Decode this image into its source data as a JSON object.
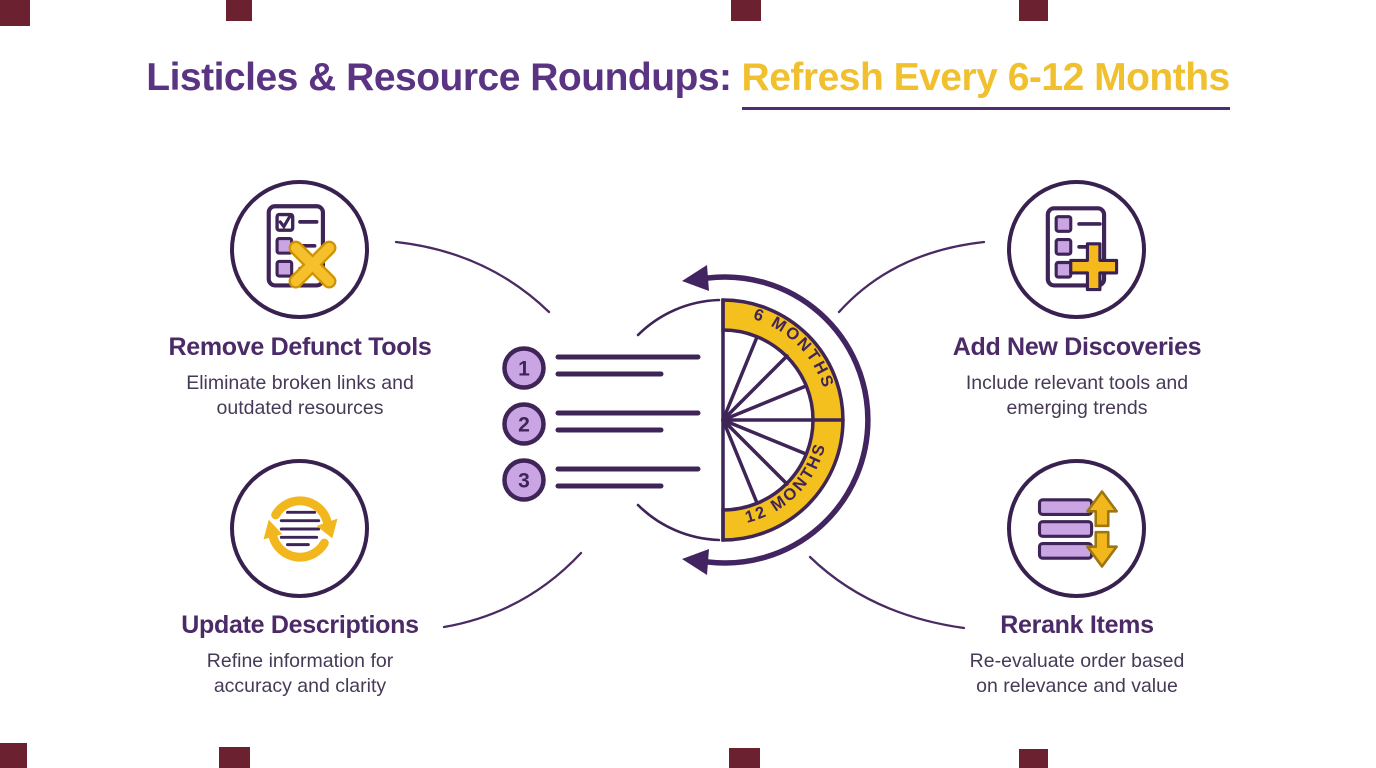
{
  "title": {
    "prefix": "Listicles & Resource Roundups:",
    "highlight": "Refresh Every 6-12 Months"
  },
  "quadrants": {
    "top_left": {
      "heading": "Remove Defunct Tools",
      "line1": "Eliminate broken links and",
      "line2": "outdated resources",
      "icon": "checklist-x-icon"
    },
    "top_right": {
      "heading": "Add New Discoveries",
      "line1": "Include relevant tools and",
      "line2": "emerging trends",
      "icon": "checklist-plus-icon"
    },
    "bottom_left": {
      "heading": "Update Descriptions",
      "line1": "Refine information for",
      "line2": "accuracy and clarity",
      "icon": "refresh-cycle-icon"
    },
    "bottom_right": {
      "heading": "Rerank Items",
      "line1": "Re-evaluate order based",
      "line2": "on relevance and value",
      "icon": "rerank-arrows-icon"
    }
  },
  "gauge": {
    "upper_label": "6 MONTHS",
    "lower_label": "12 MONTHS"
  },
  "list": {
    "items": [
      {
        "number": "1"
      },
      {
        "number": "2"
      },
      {
        "number": "3"
      }
    ]
  },
  "colors": {
    "background": "#ffffff",
    "purple_dark": "#3f2457",
    "purple_title": "#5a3482",
    "purple_heading": "#4b2a67",
    "body_text": "#463a56",
    "purple_light": "#c9a5e3",
    "yellow": "#f4c01e",
    "yellow_title": "#f0c02f",
    "edge_mark_maroon": "#6b2130"
  }
}
